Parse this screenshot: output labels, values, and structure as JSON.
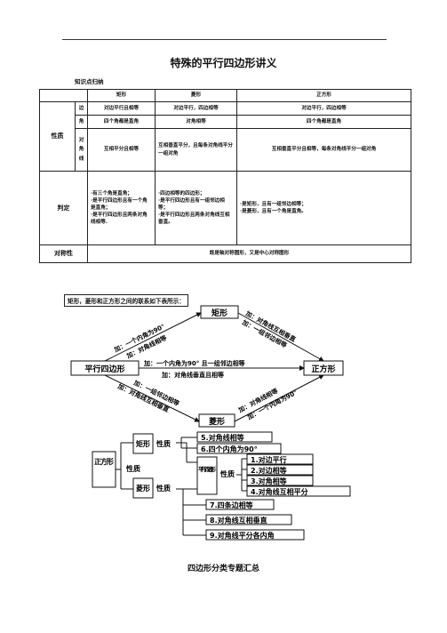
{
  "doc": {
    "title": "特殊的平行四边形讲义",
    "subheading": "知识点归纳",
    "footer_title": "四边形分类专题汇总"
  },
  "table": {
    "headers": [
      "矩形",
      "菱形",
      "正方形"
    ],
    "group_label": "性质",
    "rows": [
      {
        "label": "边",
        "rect": "对边平行且相等",
        "rhombus": "对边平行，四边相等",
        "square": "对边平行，四边相等"
      },
      {
        "label": "角",
        "rect": "四个角都是直角",
        "rhombus": "对角相等",
        "square": "四个角都是直角"
      },
      {
        "label": "对角线",
        "rect": "互相平分且相等",
        "rhombus": "互相垂直平分，且每条对角线平分一组对角",
        "square": "互相垂直平分且相等，每条对角线平分一组对角"
      }
    ],
    "criteria_label": "判定",
    "criteria": {
      "rect": [
        "·有三个角是直角；",
        "·是平行四边形且有一个角是直角；",
        "·是平行四边形且两条对角线相等."
      ],
      "rhombus": [
        "·四边相等的四边形；",
        "·是平行四边形且有一组邻边相等；",
        "·是平行四边形且两条对角线互相垂直。"
      ],
      "square": [
        "·是矩形，且有一组邻边相等；",
        "·是菱形，且有一个角是直角。"
      ]
    },
    "symmetry_label": "对称性",
    "symmetry_text": "既是轴对称图形，又是中心对称图形"
  },
  "relation": {
    "caption": "矩形，菱形和正方形之间的联系如下表所示：",
    "nodes": {
      "para": "平行四边形",
      "rect": "矩形",
      "rhombus": "菱形",
      "square": "正方形"
    },
    "edges": {
      "para_rect_1": "加：一个内角为90°",
      "para_rect_2": "加：对角线相等",
      "rect_square_1": "加：对角线互相垂直",
      "rect_square_2": "加：一组邻边相等",
      "para_square_1": "加：一个内角为90°  且一组邻边相等",
      "para_square_2": "加：对角线垂直且相等",
      "para_rhombus_1": "加：一组邻边相等",
      "para_rhombus_2": "加：对角线互相垂直",
      "rhombus_square_1": "加：对角线相等",
      "rhombus_square_2": "加：一个内角为90°"
    }
  },
  "tree": {
    "root": "正方形",
    "root_prop": "性质",
    "rect": "矩形",
    "rect_prop": "性质",
    "rhombus": "菱形",
    "rhombus_prop": "性质",
    "para": "平行四边形",
    "para_prop": "性质",
    "items": [
      "5.对角线相等",
      "6.四个内角为90°",
      "1.对边平行",
      "2.对边相等",
      "3.对角相等",
      "4.对角线互相平分",
      "7.四条边相等",
      "8.对角线互相垂直",
      "9.对角线平分各内角"
    ]
  }
}
